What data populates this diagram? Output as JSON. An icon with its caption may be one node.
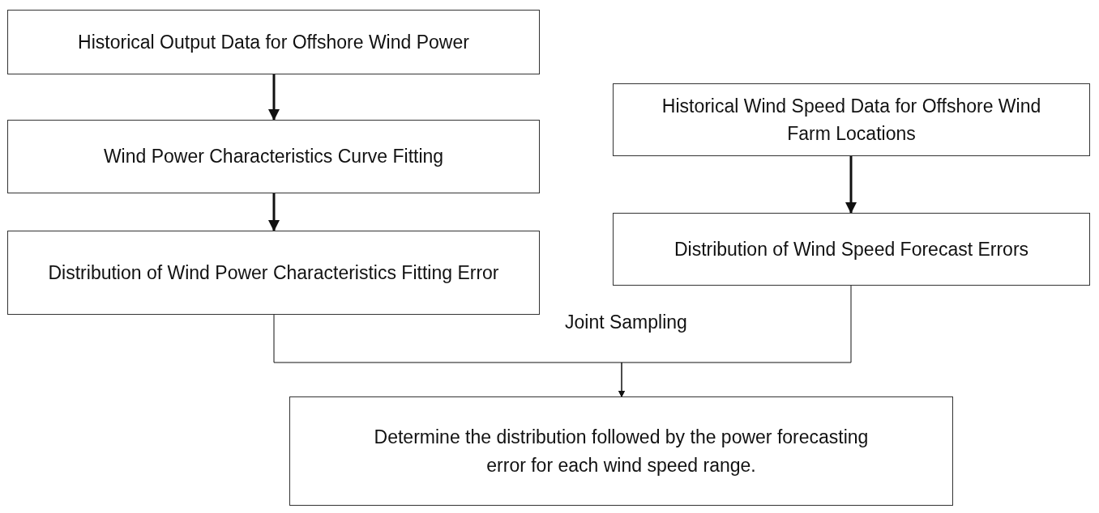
{
  "diagram": {
    "nodes": [
      {
        "text": [
          "Historical Output Data for Offshore Wind Power"
        ]
      },
      {
        "text": [
          "Wind Power Characteristics Curve Fitting"
        ]
      },
      {
        "text": [
          "Distribution of Wind Power Characteristics Fitting Error"
        ]
      },
      {
        "text": [
          "Historical Wind Speed Data for Offshore Wind Farm Locations"
        ]
      },
      {
        "text": [
          "Distribution of Wind Speed Forecast Errors"
        ]
      },
      {
        "text": [
          "Determine the distribution followed by the power forecasting error for each wind speed range."
        ]
      }
    ],
    "edges": [
      {
        "from": 0,
        "to": 1,
        "arrow": "to"
      },
      {
        "from": 1,
        "to": 2,
        "arrow": "to"
      },
      {
        "from": 3,
        "to": 4,
        "arrow": "to"
      },
      {
        "from": 2,
        "to": 5,
        "arrow": "to"
      },
      {
        "from": 4,
        "to": 5,
        "arrow": "to"
      }
    ],
    "labels": [
      "Joint Sampling"
    ]
  }
}
